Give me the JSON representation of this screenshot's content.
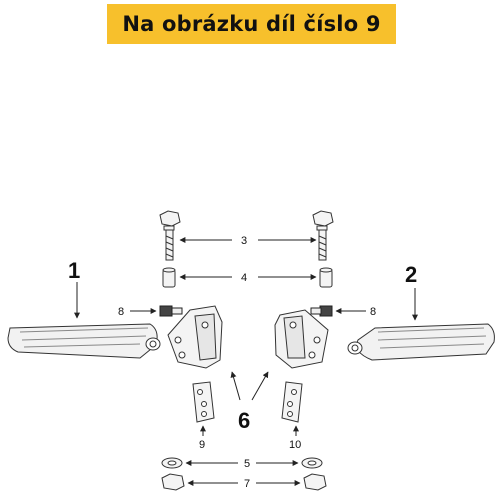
{
  "banner": {
    "text": "Na obrázku díl číslo 9"
  },
  "callouts": {
    "c1": "1",
    "c2": "2",
    "c3": "3",
    "c4": "4",
    "c5": "5",
    "c6": "6",
    "c7": "7",
    "c8_left": "8",
    "c8_right": "8",
    "c9": "9",
    "c10": "10"
  },
  "colors": {
    "banner_bg": "#f7c02c",
    "line": "#222222"
  }
}
